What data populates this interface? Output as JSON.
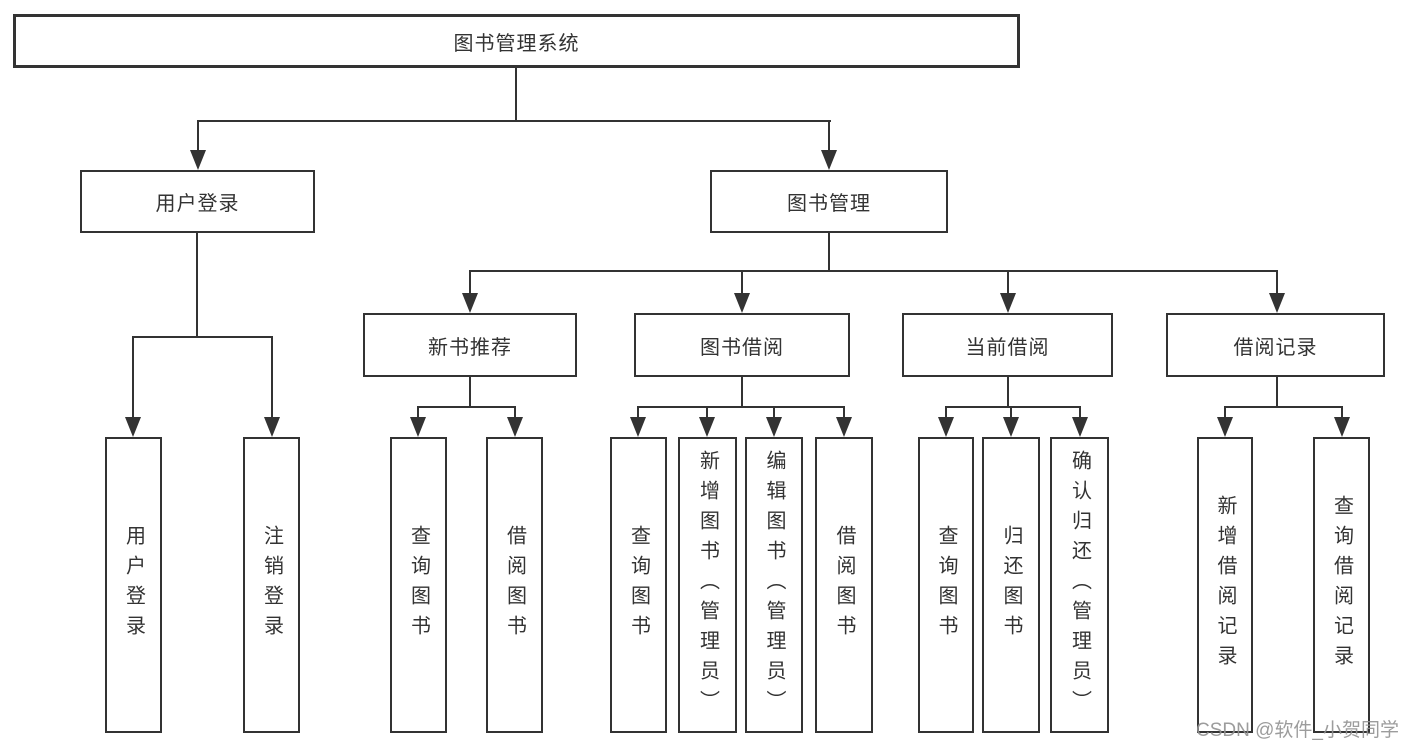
{
  "diagram": {
    "title": "图书管理系统",
    "colors": {
      "line": "#333333",
      "text": "#333333",
      "background": "#ffffff",
      "watermark": "#919191"
    },
    "nodes": {
      "root": {
        "label": "图书管理系统"
      },
      "level2": [
        {
          "label": "用户登录"
        },
        {
          "label": "图书管理"
        }
      ],
      "level3": [
        {
          "label": "新书推荐"
        },
        {
          "label": "图书借阅"
        },
        {
          "label": "当前借阅"
        },
        {
          "label": "借阅记录"
        }
      ],
      "leaves": {
        "user_login": [
          "用户登录",
          "注销登录"
        ],
        "new_books": [
          "查询图书",
          "借阅图书"
        ],
        "book_borrow": [
          "查询图书",
          "新增图书（管理员）",
          "编辑图书（管理员）",
          "借阅图书"
        ],
        "current_borrow": [
          "查询图书",
          "归还图书",
          "确认归还（管理员）"
        ],
        "borrow_records": [
          "新增借阅记录",
          "查询借阅记录"
        ]
      }
    },
    "watermark": "CSDN @软件_小贺同学"
  }
}
